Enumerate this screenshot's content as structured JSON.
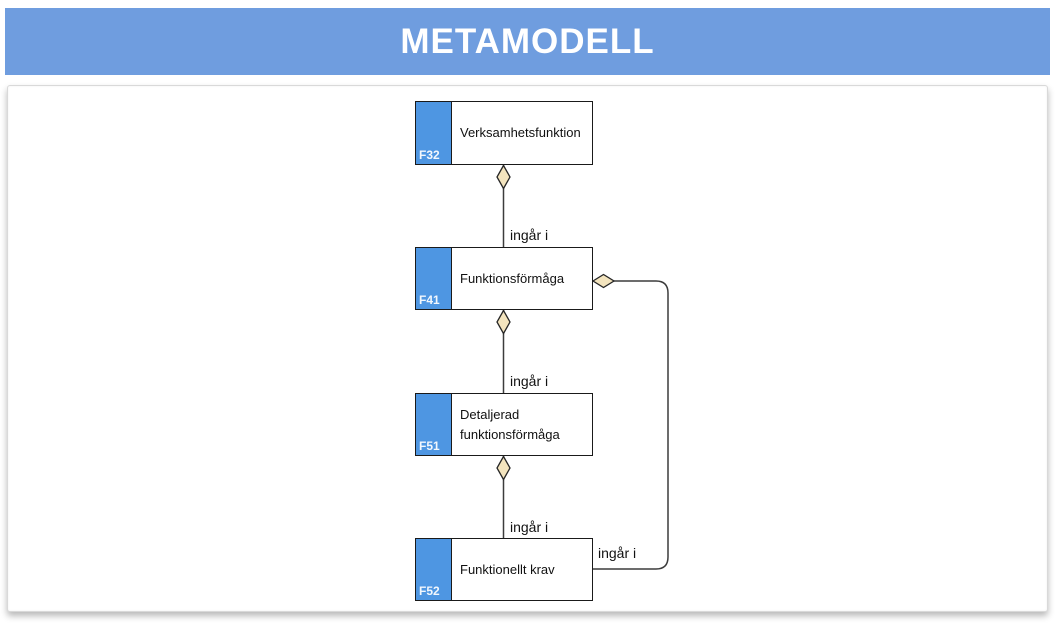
{
  "header": {
    "title": "METAMODELL"
  },
  "diagram": {
    "nodes": [
      {
        "code": "F32",
        "label": "Verksamhetsfunktion"
      },
      {
        "code": "F41",
        "label": "Funktionsförmåga"
      },
      {
        "code": "F51",
        "label": "Detaljerad funktionsförmåga"
      },
      {
        "code": "F52",
        "label": "Funktionellt krav"
      }
    ],
    "edges": [
      {
        "label": "ingår i",
        "from": "Funktionsförmåga",
        "to": "Verksamhetsfunktion",
        "type": "aggregation"
      },
      {
        "label": "ingår i",
        "from": "Detaljerad funktionsförmåga",
        "to": "Funktionsförmåga",
        "type": "aggregation"
      },
      {
        "label": "ingår i",
        "from": "Funktionellt krav",
        "to": "Detaljerad funktionsförmåga",
        "type": "aggregation"
      },
      {
        "label": "ingår i",
        "from": "Funktionellt krav",
        "to": "Funktionsförmåga",
        "type": "aggregation"
      }
    ],
    "colors": {
      "header_bg": "#6F9DDF",
      "tab_bg": "#4E96E2",
      "diamond_fill": "#F3E4BE",
      "box_border": "#1A1A1A",
      "line": "#3C3C3C"
    }
  }
}
